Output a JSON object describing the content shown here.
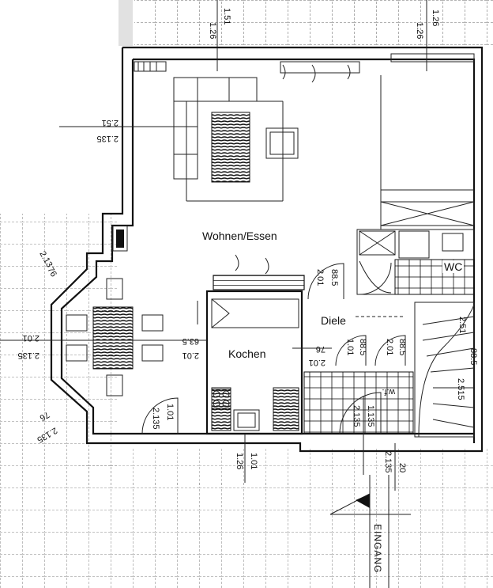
{
  "rooms": {
    "wohnen": "Wohnen/Essen",
    "kochen": "Kochen",
    "diele": "Diele",
    "wc": "WC"
  },
  "entrance": "EINGANG",
  "dims": {
    "left_top_a": "2.51",
    "left_top_b": "2.135",
    "top_a": "1.51",
    "top_b": "1.26",
    "top_right_a": "1.26",
    "top_right_b": "1.26",
    "bay_a": "2.13",
    "bay_b": "76",
    "bay_left_a": "2.01",
    "bay_left_b": "2.135",
    "bay_low_a": "76",
    "bay_low_b": "2.135",
    "kitchen_w_a": "63.5",
    "kitchen_w_b": "2.01",
    "kitchen_r_a": "76",
    "kitchen_r_b": "2.01",
    "door_a": "2.01",
    "door_b": "88.5",
    "diele_d1a": "1.01",
    "diele_d1b": "88.5",
    "diele_d2a": "2.01",
    "diele_d2b": "88.5",
    "living_door_a": "1.01",
    "living_door_b": "2.135",
    "kitchen_bot_a": "1.01",
    "kitchen_bot_b": "1.26",
    "wall_a": "2.135",
    "wall_b": "1.135",
    "entry_a": "2.135",
    "entry_b": "20",
    "stair_a": "2.51",
    "stair_b": "88.5",
    "stair_c": "2.515",
    "wf": "w.f."
  }
}
